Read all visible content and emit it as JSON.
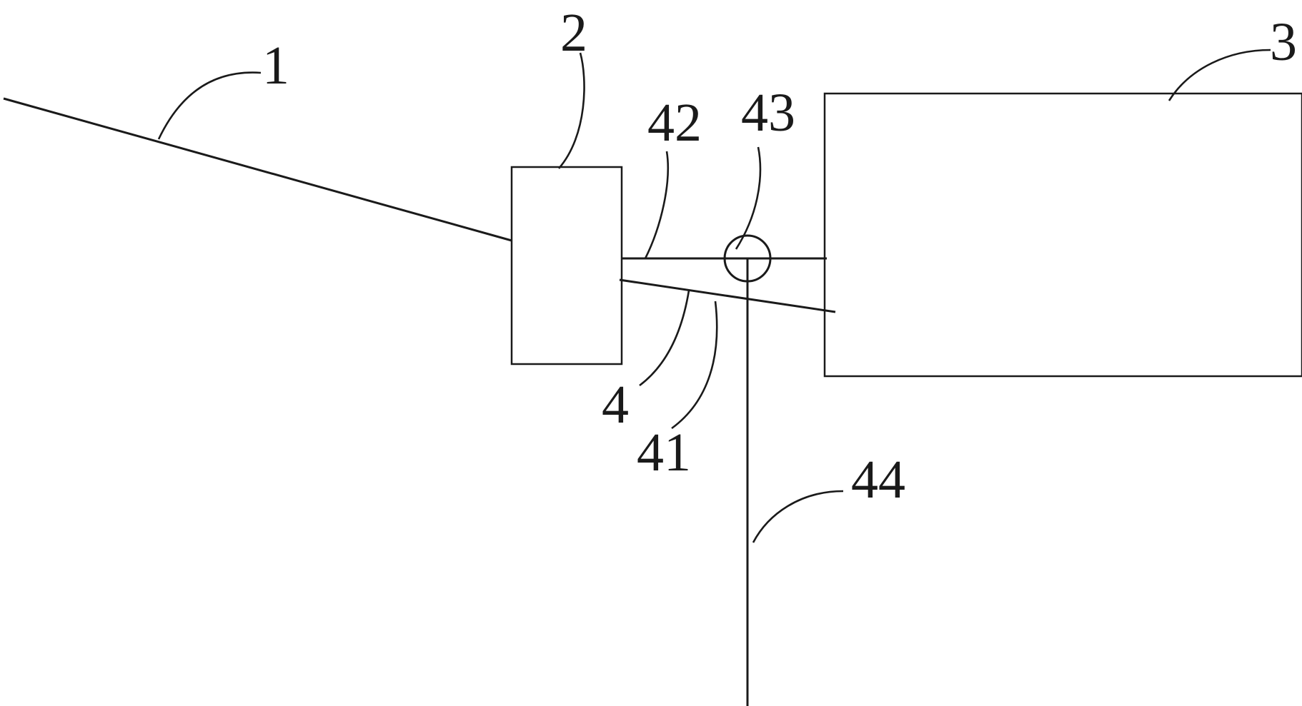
{
  "labels": {
    "label_1": "1",
    "label_2": "2",
    "label_3": "3",
    "label_4": "4",
    "label_41": "41",
    "label_42": "42",
    "label_43": "43",
    "label_44": "44"
  },
  "colors": {
    "stroke": "#1a1a1a",
    "background": "#ffffff"
  }
}
